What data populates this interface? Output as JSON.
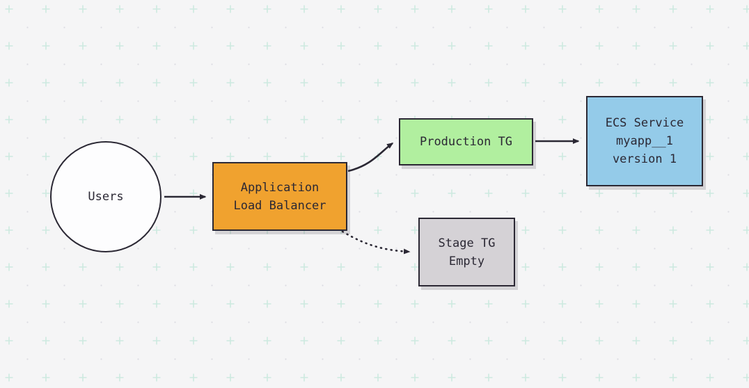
{
  "diagram": {
    "nodes": {
      "users": {
        "shape": "circle",
        "label": "Users",
        "fill": "#fdfdfe"
      },
      "load_balancer": {
        "shape": "rect",
        "lines": [
          "Application",
          "Load Balancer"
        ],
        "fill": "#f0a22f"
      },
      "production_tg": {
        "shape": "rect",
        "lines": [
          "Production TG"
        ],
        "fill": "#b1ef9f"
      },
      "stage_tg": {
        "shape": "rect",
        "lines": [
          "Stage TG",
          "Empty"
        ],
        "fill": "#d5d2d6"
      },
      "ecs_service": {
        "shape": "rect",
        "lines": [
          "ECS Service",
          "myapp__1",
          "version 1"
        ],
        "fill": "#94cbe9"
      }
    },
    "edges": [
      {
        "from": "users",
        "to": "load_balancer",
        "style": "solid"
      },
      {
        "from": "load_balancer",
        "to": "production_tg",
        "style": "solid"
      },
      {
        "from": "production_tg",
        "to": "ecs_service",
        "style": "solid"
      },
      {
        "from": "load_balancer",
        "to": "stage_tg",
        "style": "dotted"
      }
    ],
    "colors": {
      "background": "#f5f5f6",
      "grid_mark": "#cde9e0",
      "grid_dot": "#dcdce2",
      "node_border": "#2b2834",
      "arrow": "#2b2834"
    }
  }
}
